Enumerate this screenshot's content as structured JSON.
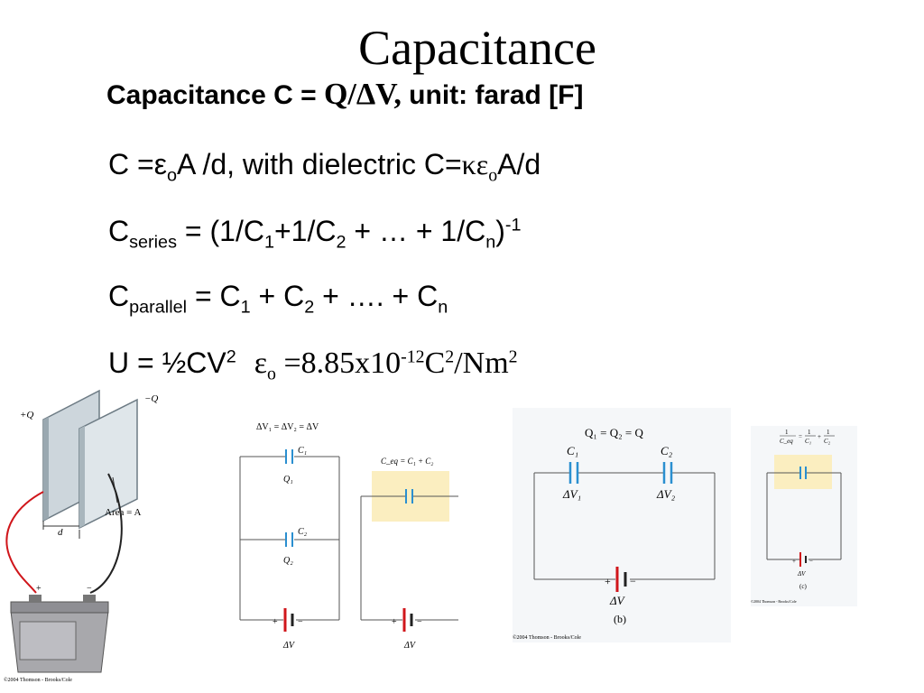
{
  "title": "Capacitance",
  "definition": {
    "prefix": "Capacitance C = ",
    "formula": "Q/ΔV,",
    "unit": "unit: farad [F]"
  },
  "formulas": {
    "plate": {
      "c_eq": "C =ε",
      "sub_o": "o",
      "rest": "A /d, with dielectric C=",
      "kappa_eps": "κε",
      "sub_o2": "o",
      "tail": "A/d"
    },
    "series": {
      "c": "C",
      "sub_series": "series",
      "eq": " = (1/C",
      "sub_1": "1",
      "plus1": "+1/C",
      "sub_2": "2",
      "mid": " + … + 1/C",
      "sub_n": "n",
      "close": ")",
      "sup_neg1": "-1"
    },
    "parallel": {
      "c": "C",
      "sub_parallel": "parallel",
      "eq": " = C",
      "sub_1": "1",
      "plus": " + C",
      "sub_2": "2",
      "dots": " + …. + C",
      "sub_n": "n"
    },
    "energy": {
      "u": "U = ½CV",
      "sup_2": "2",
      "eps": "ε",
      "sub_o": "o",
      "val": " =8.85x10",
      "sup_neg12": "-12",
      "c": "C",
      "sup_c2": "2",
      "nm": "/Nm",
      "sup_m2": "2"
    }
  },
  "fig_plates": {
    "plus_q": "+Q",
    "minus_q": "−Q",
    "d": "d",
    "area": "Area = A",
    "plus": "+",
    "minus": "−",
    "copyright": "©2004 Thomson - Brooks/Cole"
  },
  "fig_parallel": {
    "header": "ΔV₁ = ΔV₂ = ΔV",
    "c1": "C₁",
    "q1": "Q₁",
    "c2": "C₂",
    "q2": "Q₂",
    "plus": "+",
    "minus": "−",
    "dv": "ΔV",
    "ceq": "C_eq = C₁ + C₂",
    "plus2": "+",
    "minus2": "−",
    "dv2": "ΔV"
  },
  "fig_series": {
    "header": "Q₁ = Q₂ = Q",
    "c1": "C₁",
    "c2": "C₂",
    "dv1": "ΔV₁",
    "dv2": "ΔV₂",
    "plus": "+",
    "minus": "−",
    "dv": "ΔV",
    "label": "(b)",
    "copyright": "©2004 Thomson - Brooks/Cole"
  },
  "fig_series_eq": {
    "one": "1",
    "ceq": "C_eq",
    "eq": "=",
    "c1": "C₁",
    "plus": "+",
    "c2": "C₂",
    "plus_sign": "+",
    "minus_sign": "−",
    "dv": "ΔV",
    "label": "(c)",
    "copyright": "©2004 Thomson - Brooks/Cole"
  },
  "colors": {
    "capacitor_plate": "#2a8fd0",
    "highlight": "#fbeec0",
    "wire_red": "#d0161b",
    "battery_gray": "#a8a8ac",
    "plate_face": "#cdd6dc"
  }
}
